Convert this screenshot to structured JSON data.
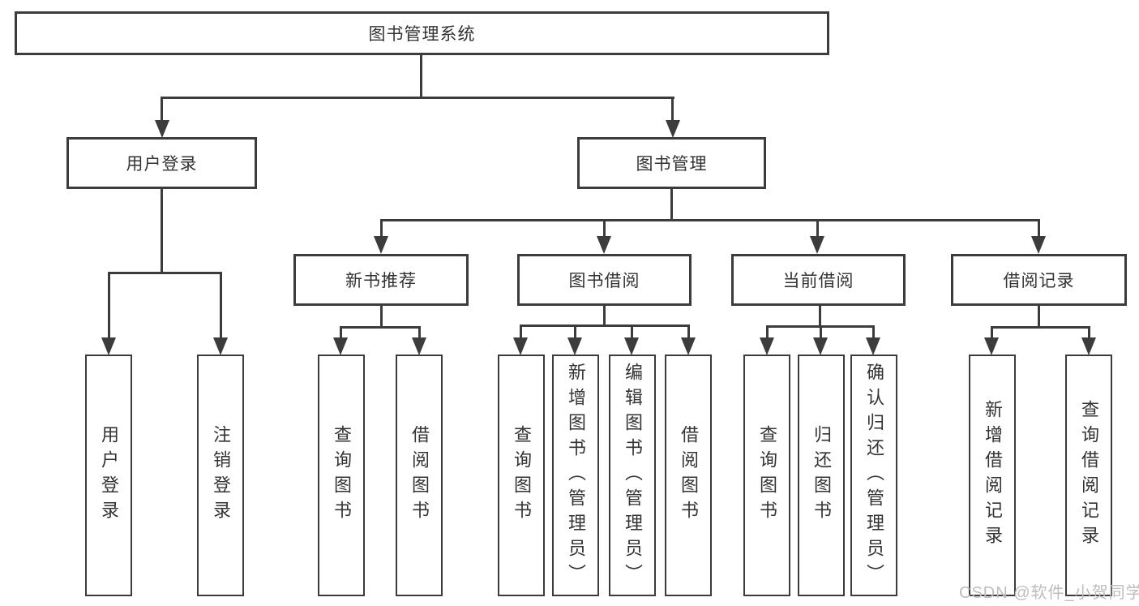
{
  "diagram": {
    "root": "图书管理系统",
    "level2": {
      "user_login": "用户登录",
      "book_mgmt": "图书管理"
    },
    "level3": {
      "new_books": "新书推荐",
      "book_borrow": "图书借阅",
      "current_borrow": "当前借阅",
      "borrow_records": "借阅记录"
    },
    "leaves": {
      "user_login_leaf": "用户登录",
      "logout": "注销登录",
      "nb_query": "查询图书",
      "nb_borrow": "借阅图书",
      "bb_query": "查询图书",
      "bb_add": "新增图书（管理员）",
      "bb_edit": "编辑图书（管理员）",
      "bb_borrow": "借阅图书",
      "cb_query": "查询图书",
      "cb_return": "归还图书",
      "cb_confirm": "确认归还（管理员）",
      "br_add": "新增借阅记录",
      "br_query": "查询借阅记录"
    }
  },
  "watermark": "CSDN @软件_小贺同学",
  "colors": {
    "line": "#3c3c3c",
    "text": "#333333",
    "watermark": "#bdbdbd",
    "background": "#ffffff"
  }
}
